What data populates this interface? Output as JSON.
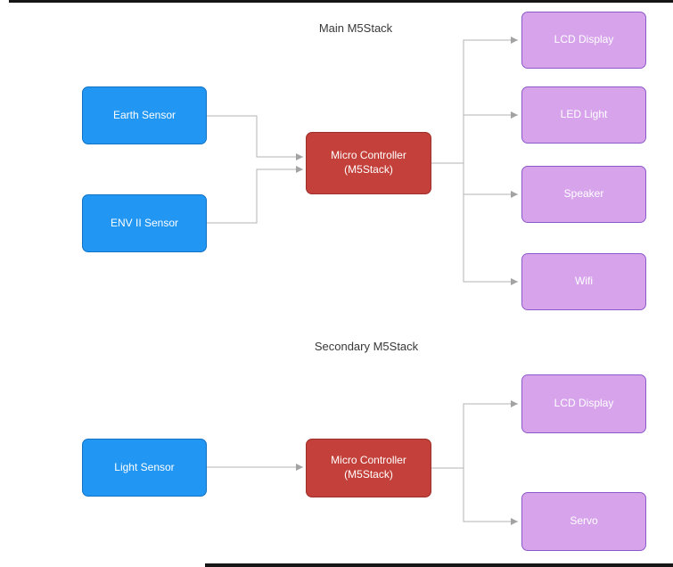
{
  "colors": {
    "sensor_fill": "#2196F3",
    "sensor_border": "#1272C4",
    "controller_fill": "#C4403A",
    "controller_border": "#9C2F2A",
    "output_fill": "#D7A4EC",
    "output_border": "#8C5AC8",
    "connector": "#B3B3B3",
    "arrow": "#A3A3A3",
    "title_text": "#383838",
    "edge_bar": "#161616"
  },
  "sections": {
    "main": {
      "title": "Main M5Stack",
      "inputs": [
        "Earth Sensor",
        "ENV II Sensor"
      ],
      "controller": "Micro Controller\n(M5Stack)",
      "outputs": [
        "LCD Display",
        "LED Light",
        "Speaker",
        "Wifi"
      ]
    },
    "secondary": {
      "title": "Secondary M5Stack",
      "inputs": [
        "Light Sensor"
      ],
      "controller": "Micro Controller\n(M5Stack)",
      "outputs": [
        "LCD Display",
        "Servo"
      ]
    }
  }
}
